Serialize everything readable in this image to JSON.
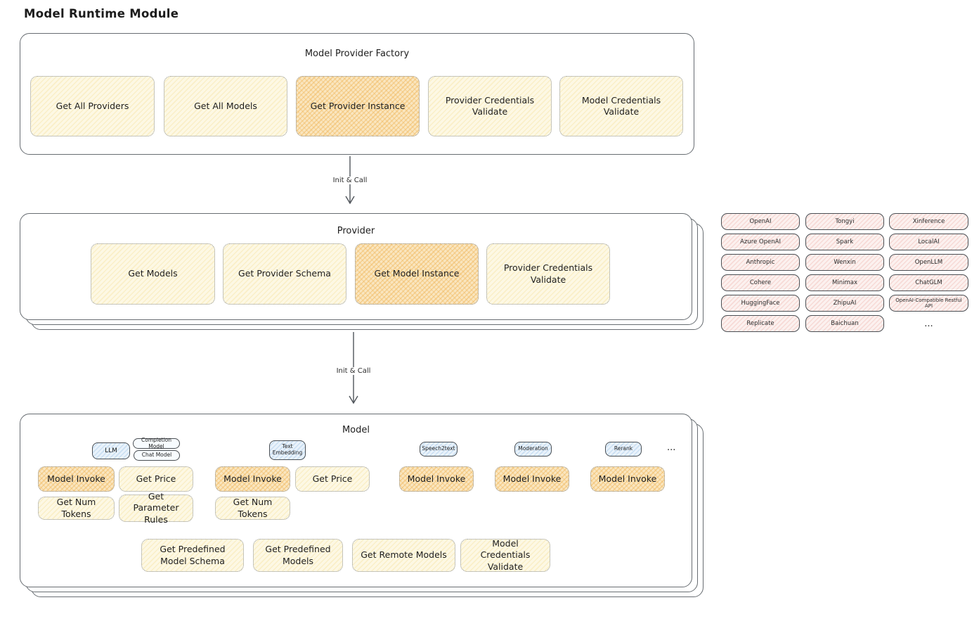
{
  "title": "Model Runtime Module",
  "palette": {
    "yellow_fill": "#fdf8e4",
    "orange_fill": "#fae6c0",
    "orange_hatch": "#eeb250",
    "pink_fill": "#fcf1ef",
    "blue_fill": "#e9f2fb",
    "node_border_dotted": "#8f9499",
    "panel_border": "#686d72",
    "chip_border": "#4a4f54",
    "text": "#1e1e1e"
  },
  "arrows": [
    {
      "label": "Init & Call"
    },
    {
      "label": "Init & Call"
    }
  ],
  "factory": {
    "title": "Model Provider Factory",
    "buttons": [
      {
        "label": "Get All Providers"
      },
      {
        "label": "Get All Models"
      },
      {
        "label": "Get Provider Instance"
      },
      {
        "label": "Provider Credentials Validate"
      },
      {
        "label": "Model Credentials Validate"
      }
    ]
  },
  "provider": {
    "title": "Provider",
    "buttons": [
      {
        "label": "Get Models"
      },
      {
        "label": "Get Provider Schema"
      },
      {
        "label": "Get Model Instance"
      },
      {
        "label": "Provider Credentials Validate"
      }
    ]
  },
  "providers_list": {
    "col1": [
      "OpenAI",
      "Azure OpenAI",
      "Anthropic",
      "Cohere",
      "HuggingFace",
      "Replicate"
    ],
    "col2": [
      "Tongyi",
      "Spark",
      "Wenxin",
      "Minimax",
      "ZhipuAI",
      "Baichuan"
    ],
    "col3": [
      "Xinference",
      "LocalAI",
      "OpenLLM",
      "ChatGLM",
      "OpenAI-Compatible Restful API",
      "..."
    ]
  },
  "model": {
    "title": "Model",
    "badges": [
      {
        "label": "LLM"
      },
      {
        "label": "Completion Model"
      },
      {
        "label": "Chat Model"
      },
      {
        "label": "Text Embedding"
      },
      {
        "label": "Speech2text"
      },
      {
        "label": "Moderation"
      },
      {
        "label": "Rerank"
      },
      {
        "label": "..."
      }
    ],
    "buttons": [
      {
        "label": "Model Invoke"
      },
      {
        "label": "Get Price"
      },
      {
        "label": "Get Num Tokens"
      },
      {
        "label": "Get Parameter Rules"
      },
      {
        "label": "Model Invoke"
      },
      {
        "label": "Get Price"
      },
      {
        "label": "Get Num Tokens"
      },
      {
        "label": "Model Invoke"
      },
      {
        "label": "Model Invoke"
      },
      {
        "label": "Model Invoke"
      },
      {
        "label": "Get Predefined Model Schema"
      },
      {
        "label": "Get Predefined Models"
      },
      {
        "label": "Get Remote Models"
      },
      {
        "label": "Model Credentials Validate"
      }
    ]
  }
}
